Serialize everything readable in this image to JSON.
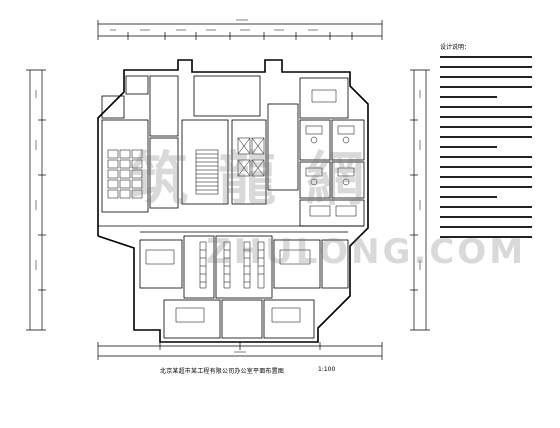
{
  "drawing": {
    "title": "北京某超市某工程有限公司办公室平面布置图",
    "scale": "1:100",
    "notes_title": "设计说明：",
    "notes_line_count": 19
  },
  "watermark": {
    "cn": "筑龍網",
    "en": "ZHULONG.COM"
  },
  "colors": {
    "line": "#000000",
    "watermark": "#888888"
  }
}
